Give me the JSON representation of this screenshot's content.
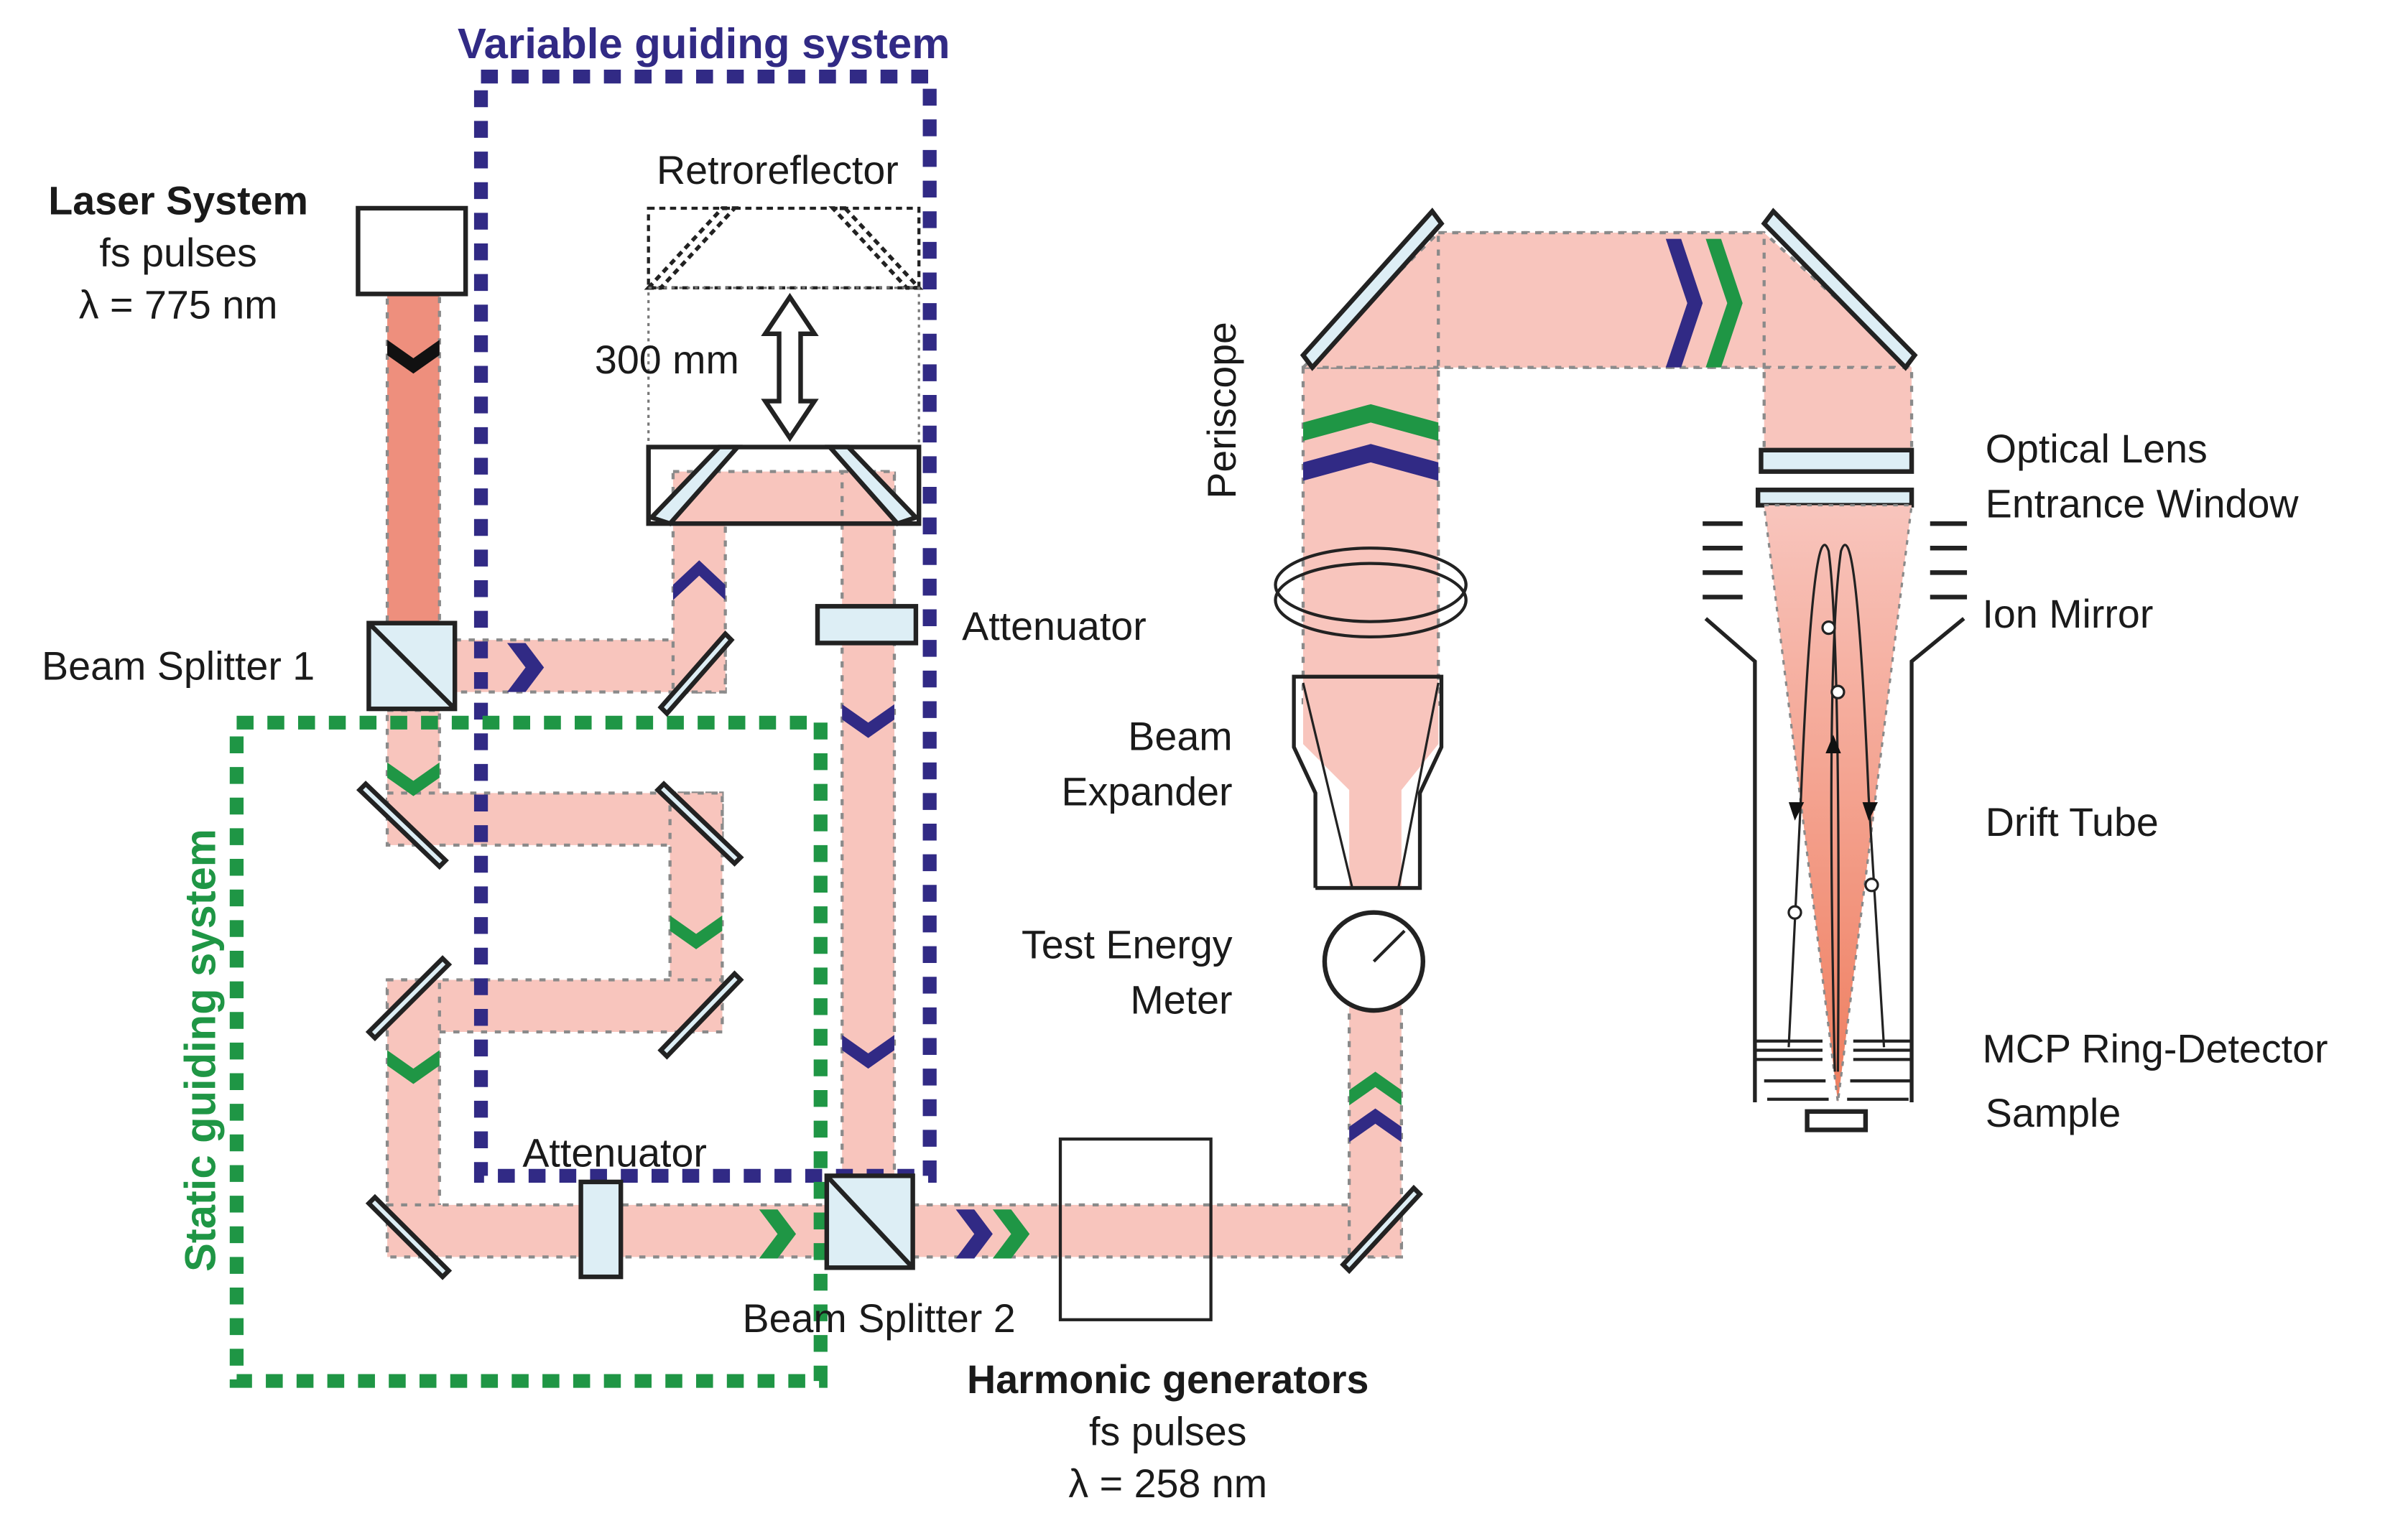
{
  "titles": {
    "variable_guiding": "Variable guiding system",
    "static_guiding": "Static guiding system"
  },
  "laser": {
    "title": "Laser System",
    "pulses": "fs pulses",
    "wavelength": "λ = 775 nm"
  },
  "harmonic": {
    "title": "Harmonic generators",
    "pulses": "fs pulses",
    "wavelength": "λ = 258 nm"
  },
  "labels": {
    "retroreflector": "Retroreflector",
    "travel": "300 mm",
    "attenuator_variable": "Attenuator",
    "attenuator_static": "Attenuator",
    "beam_splitter_1": "Beam Splitter 1",
    "beam_splitter_2": "Beam Splitter 2",
    "periscope": "Periscope",
    "beam_expander_1": "Beam",
    "beam_expander_2": "Expander",
    "energy_meter_1": "Test Energy",
    "energy_meter_2": "Meter",
    "optical_lens": "Optical Lens",
    "entrance_window": "Entrance Window",
    "ion_mirror": "Ion Mirror",
    "drift_tube": "Drift Tube",
    "mcp_detector": "MCP Ring-Detector",
    "sample": "Sample"
  },
  "colors": {
    "variable_system": "#312a85",
    "static_system": "#1f9645",
    "beam": "#f8c5bd",
    "fundamental_beam": "#ee8f7d",
    "optics": "#ddeef5"
  }
}
